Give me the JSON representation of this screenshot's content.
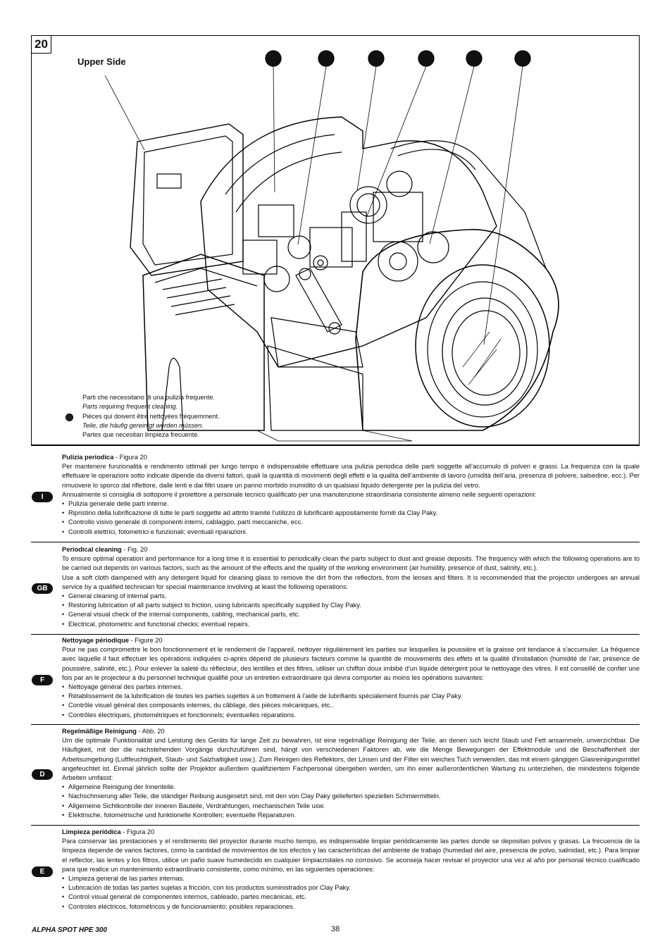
{
  "figure": {
    "number": "20",
    "label": "Upper Side",
    "legend": [
      {
        "text": "Parti che necessitano di una pulizia frequente.",
        "italic": false
      },
      {
        "text": "Parts requiring frequent cleaning.",
        "italic": true
      },
      {
        "text": "Pièces qui doivent être nettoyées fréquemment.",
        "italic": false
      },
      {
        "text": "Teile, die häufig gereinigt werden müssen.",
        "italic": true
      },
      {
        "text": "Partes que necesitan limpieza frecuente.",
        "italic": false
      }
    ]
  },
  "sections": [
    {
      "lang": "I",
      "heading": "Pulizia periodica",
      "ref": " - Figura 20",
      "body": "Per mantenere funzionalità e rendimento ottimali per lungo tempo è indispensabile effettuare una pulizia periodica delle parti soggette all’accumulo di polveri e grassi. La frequenza con la quale effettuare le operazioni sotto indicate dipende da diversi fattori, quali la quantità di movimenti degli effetti e la qualità dell’ambiente di lavoro (umidità dell’aria, presenza di polvere, salsedine, ecc.). Per rimuovere lo sporco dal riflettore, dalle lenti e dai filtri usare un panno morbido inumidito di un qualsiasi liquido detergente per la pulizia del vetro.",
      "body2": "Annualmente si consiglia di sottoporre il proiettore a personale tecnico qualificato per una manutenzione straordinaria consistente almeno nelle seguenti operazioni:",
      "bullets": [
        "Pulizia generale delle parti interne.",
        "Ripristino della lubrificazione di tutte le parti soggette ad attrito tramite l’utilizzo di lubrificanti appositamente forniti da Clay Paky.",
        "Controllo visivo generale di componenti interni, cablaggio, parti meccaniche, ecc.",
        "Controlli elettrici, fotometrici e funzionali; eventuali riparazioni."
      ]
    },
    {
      "lang": "GB",
      "heading": "Periodical cleaning",
      "ref": " - Fig. 20",
      "body": "To ensure optimal operation and performance for a long time it is essential to periodically clean the parts subject to dust and grease deposits. The frequency with which the following operations are to be carried out depends on various factors, such as the amount of the effects and the quality of the working environment (air humidity, presence of dust, salinity, etc.).",
      "body2": "Use a soft cloth dampened with any detergent liquid for cleaning glass to remove the dirt from the reflectors, from the lenses and filters. It is recommended that the projector undergoes an annual service by a qualified technician for special maintenance involving at least the following operations:",
      "bullets": [
        "General cleaning of internal parts.",
        "Restoring lubrication of all parts subject to friction, using lubricants specifically supplied by Clay Paky.",
        "General visual check of the internal components, cabling, mechanical parts, etc.",
        "Electrical, photometric and functional checks; eventual repairs."
      ]
    },
    {
      "lang": "F",
      "heading": "Nettoyage périodique",
      "ref": " - Figure 20",
      "body": "Pour ne pas compromettre le bon fonctionnement et le rendement de l'appareil, nettoyer régulièrement les parties sur lesquelles la poussière et la graisse ont tendance à s'accumuler. La fréquence avec laquelle il faut effectuer les opérations indiquées ci-après dépend de plusieurs facteurs comme la quantité de mouvements des effets et la qualité d'installation (humidité de l’air, présence de poussière, salinité, etc.). Pour enlever la saleté du réflecteur, des lentilles et des filtres, utiliser un chiffon doux imbibé d’un liquide détergent pour le nettoyage des vitres. Il est conseillé de confier une fois par an le projecteur à du personnel technique qualifié pour un entretien extraordinaire qui devra comporter au moins les opérations suivantes:",
      "body2": "",
      "bullets": [
        "Nettoyage général des parties internes.",
        "Rétablissement de la lubrification de toutes les parties sujettes à un frottement à l’aide de lubrifiants spécialement fournis par Clay Paky.",
        "Contrôle visuel général des composants internes, du câblage, des pièces mécaniques, etc..",
        "Contrôles électriques, photométriques et fonctionnels; éventuelles réparations."
      ]
    },
    {
      "lang": "D",
      "heading": "Regelmäßige Reinigung",
      "ref": " - Abb. 20",
      "body": "Um die optimale Funktionalität und Leistung des Geräts für lange Zeit zu bewahren, ist eine regelmäßige Reinigung der Teile, an denen sich leicht Staub und Fett ansammeln, unverzichtbar. Die Häufigkeit, mit der die nachstehenden Vorgänge durchzuführen sind, hängt von verschiedenen Faktoren ab, wie die Menge Bewegungen der Effektmodule und die Beschaffenheit der Arbeitsumgebung (Luftfeuchtigkeit, Staub- und Salzhaltigkeit usw.). Zum Reinigen des Reflektors, der Linsen und der Filter ein weiches Tuch verwenden, das mit einem gängigen Glasreinigungsmittel angefeuchtet ist. Einmal jährlich sollte der Projektor außerdem qualifiziertem Fachpersonal übergeben werden, um ihn einer außerordentlichen Wartung zu unterziehen, die mindestens folgende Arbeiten umfasst:",
      "body2": "",
      "bullets": [
        "Allgemeine Reinigung der Innenteile.",
        "Nachschmierung aller Teile, die ständiger Reibung ausgesetzt sind, mit den von Clay Paky gelieferten speziellen Schmiermitteln.",
        "Allgemeine Sichtkontrolle der inneren Bauteile, Verdrahtungen, mechanischen Teile usw.",
        "Elektrische, fotometrische und funktionelle Kontrollen; eventuelle Reparaturen."
      ]
    },
    {
      "lang": "E",
      "heading": "Limpieza periódica",
      "ref": " - Figura 20",
      "body": "Para conservar las prestaciones y el rendimiento del proyector durante mucho tiempo, es indispensable limpiar periódicamente las partes donde se depositan polvos y grasas. La frecuencia de la limpieza depende de varios factores, como la cantidad de movimientos de los efectos y las características del ambiente de trabajo (humedad del aire, presencia de polvo, salinidad, etc.). Para limpiar el reflector, las lentes y los filtros, utilice un paño suave humedecido en cualquier limpiacristales no corrosivo. Se aconseja hacer revisar el proyector una vez al año por personal técnico cualificado para que realice un mantenimiento extraordinario consistente, como mínimo, en las siguientes operaciones:",
      "body2": "",
      "bullets": [
        "Limpieza general de las partes internas.",
        "Lubricación de todas las partes sujetas a fricción, con los productos suministrados por Clay Paky.",
        "Control visual general de componentes internos, cableado, partes mecánicas, etc.",
        "Controles eléctricos, fotométricos y de funcionamiento; posibles reparaciones."
      ]
    }
  ],
  "footer": {
    "product": "ALPHA SPOT HPE 300",
    "page": "38"
  }
}
